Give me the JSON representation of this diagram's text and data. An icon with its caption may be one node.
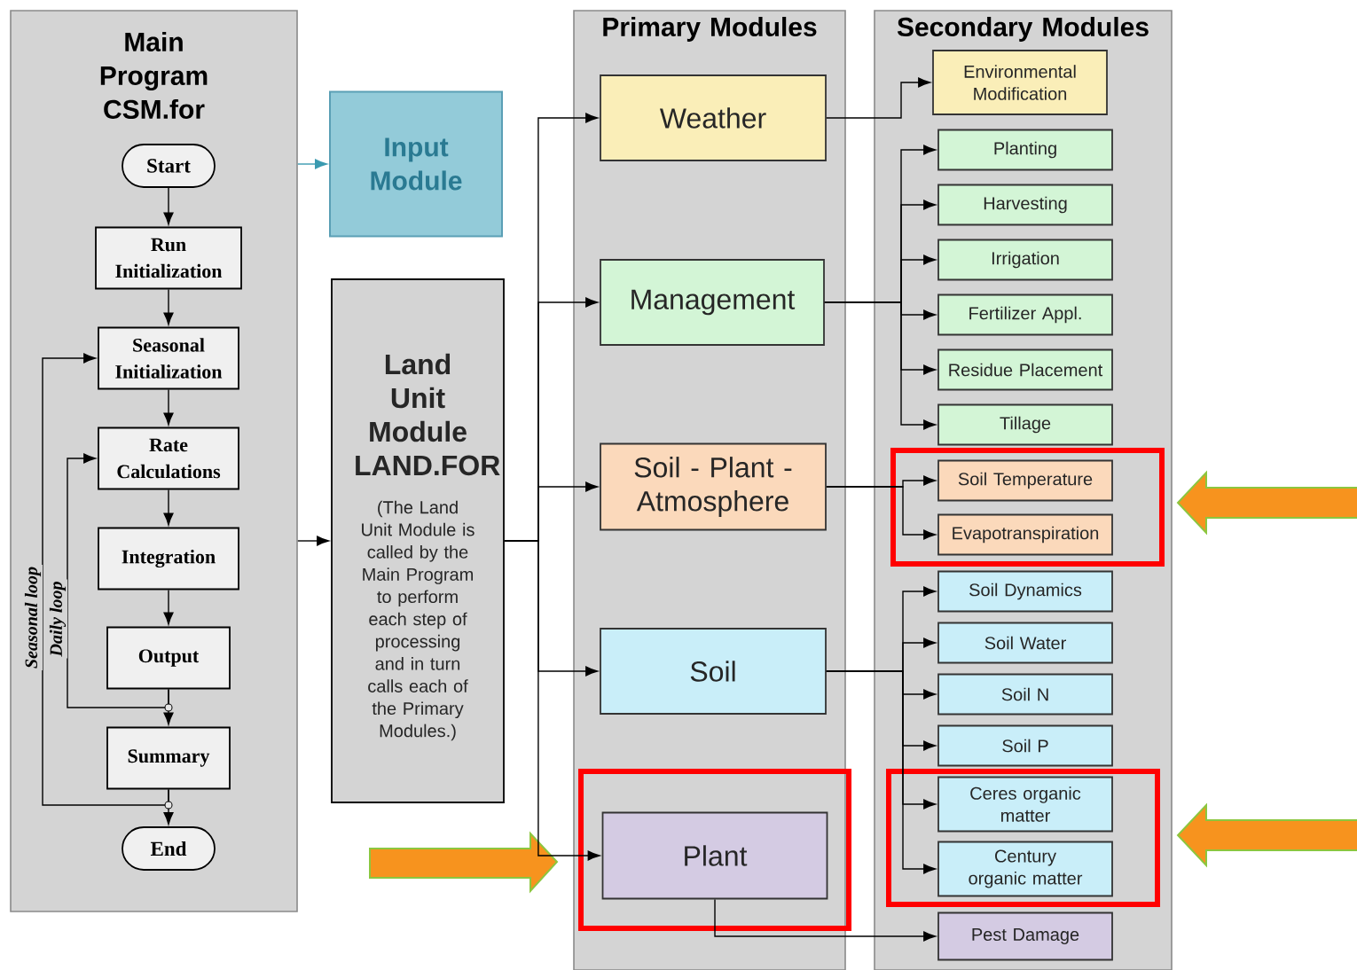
{
  "diagram": {
    "nodes": [
      {
        "text": [
          "Main Program CSM.for"
        ]
      },
      {
        "text": [
          "Start"
        ],
        "in": 0
      },
      {
        "text": [
          "Run Initialization"
        ],
        "in": 0
      },
      {
        "text": [
          "Seasonal Initialization"
        ],
        "in": 0
      },
      {
        "text": [
          "Rate Calculations"
        ],
        "in": 0
      },
      {
        "text": [
          "Integration"
        ],
        "in": 0
      },
      {
        "text": [
          "Output"
        ],
        "in": 0
      },
      {
        "text": [
          "Summary"
        ],
        "in": 0
      },
      {
        "text": [
          "End"
        ],
        "in": 0
      },
      {
        "text": [
          "Input Module"
        ]
      },
      {
        "text": [
          "Land Unit Module LAND.FOR",
          "(The Land Unit Module is called by the Main Program to perform each step of processing and in turn calls each of the Primary Modules.)"
        ]
      },
      {
        "text": [
          "Primary Modules"
        ]
      },
      {
        "text": [
          "Weather"
        ],
        "in": 11
      },
      {
        "text": [
          "Management"
        ],
        "in": 11
      },
      {
        "text": [
          "Soil - Plant - Atmosphere"
        ],
        "in": 11
      },
      {
        "text": [
          "Soil"
        ],
        "in": 11
      },
      {
        "text": [
          "Plant"
        ],
        "in": 11
      },
      {
        "text": [
          "Secondary Modules"
        ]
      },
      {
        "text": [
          "Environmental Modification"
        ],
        "in": 17
      },
      {
        "text": [
          "Planting"
        ],
        "in": 17
      },
      {
        "text": [
          "Harvesting"
        ],
        "in": 17
      },
      {
        "text": [
          "Irrigation"
        ],
        "in": 17
      },
      {
        "text": [
          "Fertilizer Appl."
        ],
        "in": 17
      },
      {
        "text": [
          "Residue Placement"
        ],
        "in": 17
      },
      {
        "text": [
          "Tillage"
        ],
        "in": 17
      },
      {
        "text": [
          "Soil Temperature"
        ],
        "in": 17
      },
      {
        "text": [
          "Evapotranspiration"
        ],
        "in": 17
      },
      {
        "text": [
          "Soil Dynamics"
        ],
        "in": 17
      },
      {
        "text": [
          "Soil Water"
        ],
        "in": 17
      },
      {
        "text": [
          "Soil N"
        ],
        "in": 17
      },
      {
        "text": [
          "Soil P"
        ],
        "in": 17
      },
      {
        "text": [
          "Ceres organic matter"
        ],
        "in": 17
      },
      {
        "text": [
          "Century organic matter"
        ],
        "in": 17
      },
      {
        "text": [
          "Pest Damage"
        ],
        "in": 17
      }
    ],
    "edges": [
      {
        "from": 1,
        "to": 2,
        "arrow": "to"
      },
      {
        "from": 2,
        "to": 3,
        "arrow": "to"
      },
      {
        "from": 3,
        "to": 4,
        "arrow": "to"
      },
      {
        "from": 4,
        "to": 5,
        "arrow": "to"
      },
      {
        "from": 5,
        "to": 6,
        "arrow": "to"
      },
      {
        "from": 6,
        "to": 7,
        "arrow": "to"
      },
      {
        "from": 7,
        "to": 8,
        "arrow": "to"
      },
      {
        "from": 7,
        "to": 3,
        "arrow": "to",
        "label": "Seasonal loop"
      },
      {
        "from": 6,
        "to": 4,
        "arrow": "to",
        "label": "Daily loop"
      },
      {
        "from": 0,
        "to": 9,
        "arrow": "to",
        "color": "#3a9ab0"
      },
      {
        "from": 0,
        "to": 10,
        "arrow": "to"
      },
      {
        "from": 10,
        "to": 12,
        "arrow": "to"
      },
      {
        "from": 10,
        "to": 13,
        "arrow": "to"
      },
      {
        "from": 10,
        "to": 14,
        "arrow": "to"
      },
      {
        "from": 10,
        "to": 15,
        "arrow": "to"
      },
      {
        "from": 10,
        "to": 16,
        "arrow": "to"
      },
      {
        "from": 12,
        "to": 18,
        "arrow": "to"
      },
      {
        "from": 13,
        "to": 19,
        "arrow": "to"
      },
      {
        "from": 13,
        "to": 20,
        "arrow": "to"
      },
      {
        "from": 13,
        "to": 21,
        "arrow": "to"
      },
      {
        "from": 13,
        "to": 22,
        "arrow": "to"
      },
      {
        "from": 13,
        "to": 23,
        "arrow": "to"
      },
      {
        "from": 13,
        "to": 24,
        "arrow": "to"
      },
      {
        "from": 14,
        "to": 25,
        "arrow": "to"
      },
      {
        "from": 14,
        "to": 26,
        "arrow": "to"
      },
      {
        "from": 15,
        "to": 27,
        "arrow": "to"
      },
      {
        "from": 15,
        "to": 28,
        "arrow": "to"
      },
      {
        "from": 15,
        "to": 29,
        "arrow": "to"
      },
      {
        "from": 15,
        "to": 30,
        "arrow": "to"
      },
      {
        "from": 15,
        "to": 31,
        "arrow": "to"
      },
      {
        "from": 15,
        "to": 32,
        "arrow": "to"
      },
      {
        "from": 16,
        "to": 33,
        "arrow": "to"
      }
    ]
  }
}
